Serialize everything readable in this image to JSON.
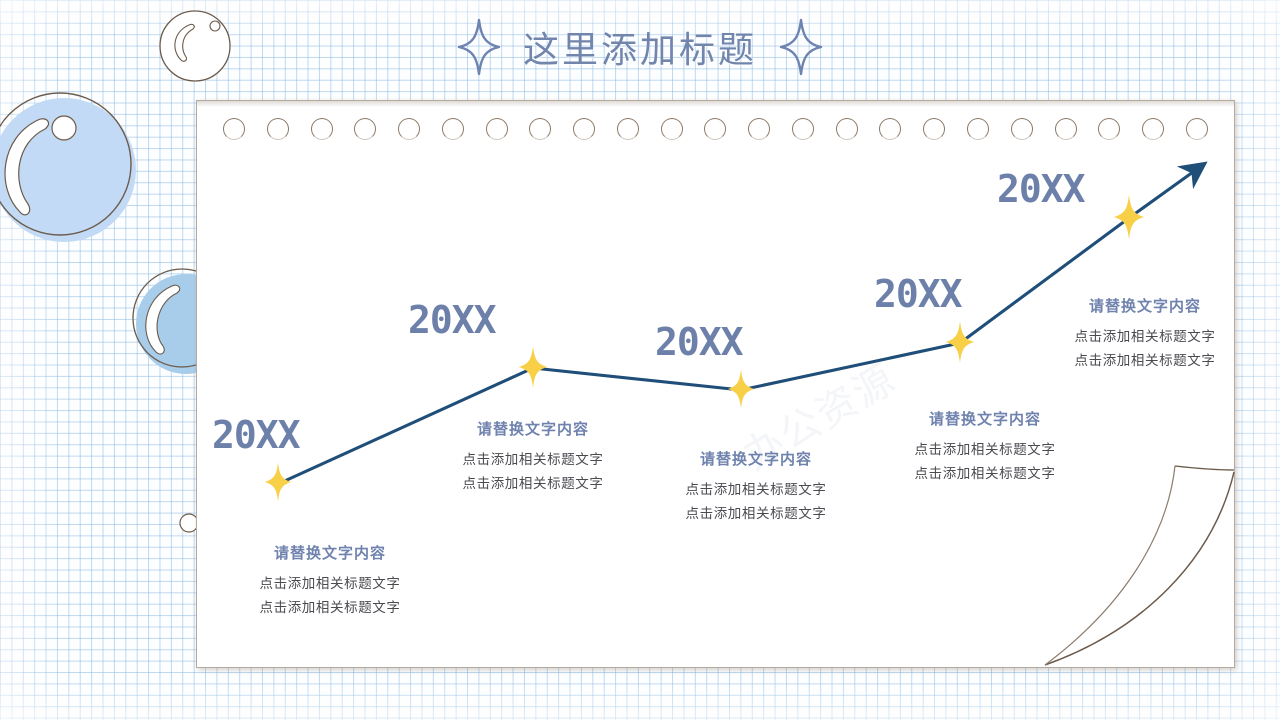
{
  "page": {
    "title": "这里添加标题",
    "title_color": "#7285ad",
    "background": "graph-paper",
    "grid_color": "#8cb9e1"
  },
  "decor": {
    "left_star_icon": "four-point-star-outline",
    "right_star_icon": "four-point-star-outline",
    "bubbles": [
      {
        "name": "bubble-outline-top",
        "fill": "none"
      },
      {
        "name": "bubble-large-blue",
        "fill": "#c2daf5"
      },
      {
        "name": "bubble-medium-blue",
        "fill": "#a8cdea"
      },
      {
        "name": "bubble-outline-small",
        "fill": "none"
      }
    ],
    "page_curl": "page-curl-bottom-right",
    "spiral_hole_count": 23,
    "watermark": "办公资源"
  },
  "chart_data": {
    "type": "line",
    "title": "这里添加标题",
    "xlabel": "",
    "ylabel": "",
    "grid": false,
    "legend": null,
    "line_color": "#1f4e79",
    "marker_color": "#f8d048",
    "marker_icon": "four-point-sparkle",
    "arrow_head": true,
    "categories": [
      "20XX",
      "20XX",
      "20XX",
      "20XX",
      "20XX"
    ],
    "x": [
      278,
      533,
      741,
      960,
      1129
    ],
    "y": [
      484,
      368,
      390,
      343,
      218
    ],
    "values": [
      1,
      3,
      2.6,
      3.6,
      6
    ],
    "annotations": [
      {
        "year": "20XX",
        "heading": "请替换文字内容",
        "lines": [
          "点击添加相关标题文字",
          "点击添加相关标题文字"
        ]
      },
      {
        "year": "20XX",
        "heading": "请替换文字内容",
        "lines": [
          "点击添加相关标题文字",
          "点击添加相关标题文字"
        ]
      },
      {
        "year": "20XX",
        "heading": "请替换文字内容",
        "lines": [
          "点击添加相关标题文字",
          "点击添加相关标题文字"
        ]
      },
      {
        "year": "20XX",
        "heading": "请替换文字内容",
        "lines": [
          "点击添加相关标题文字",
          "点击添加相关标题文字"
        ]
      },
      {
        "year": "20XX",
        "heading": "请替换文字内容",
        "lines": [
          "点击添加相关标题文字",
          "点击添加相关标题文字"
        ]
      }
    ]
  }
}
